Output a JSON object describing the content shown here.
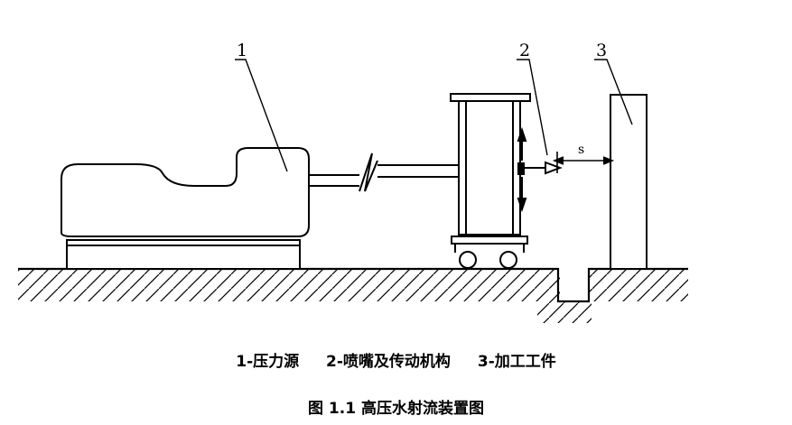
{
  "labels": {
    "one": "1",
    "two": "2",
    "three": "3",
    "s": "s"
  },
  "legend": {
    "item1": "1-压力源",
    "item2": "2-喷嘴及传动机构",
    "item3": "3-加工工件"
  },
  "figure_title": "图 1.1  高压水射流装置图",
  "colors": {
    "line": "#000000",
    "background": "#ffffff"
  }
}
